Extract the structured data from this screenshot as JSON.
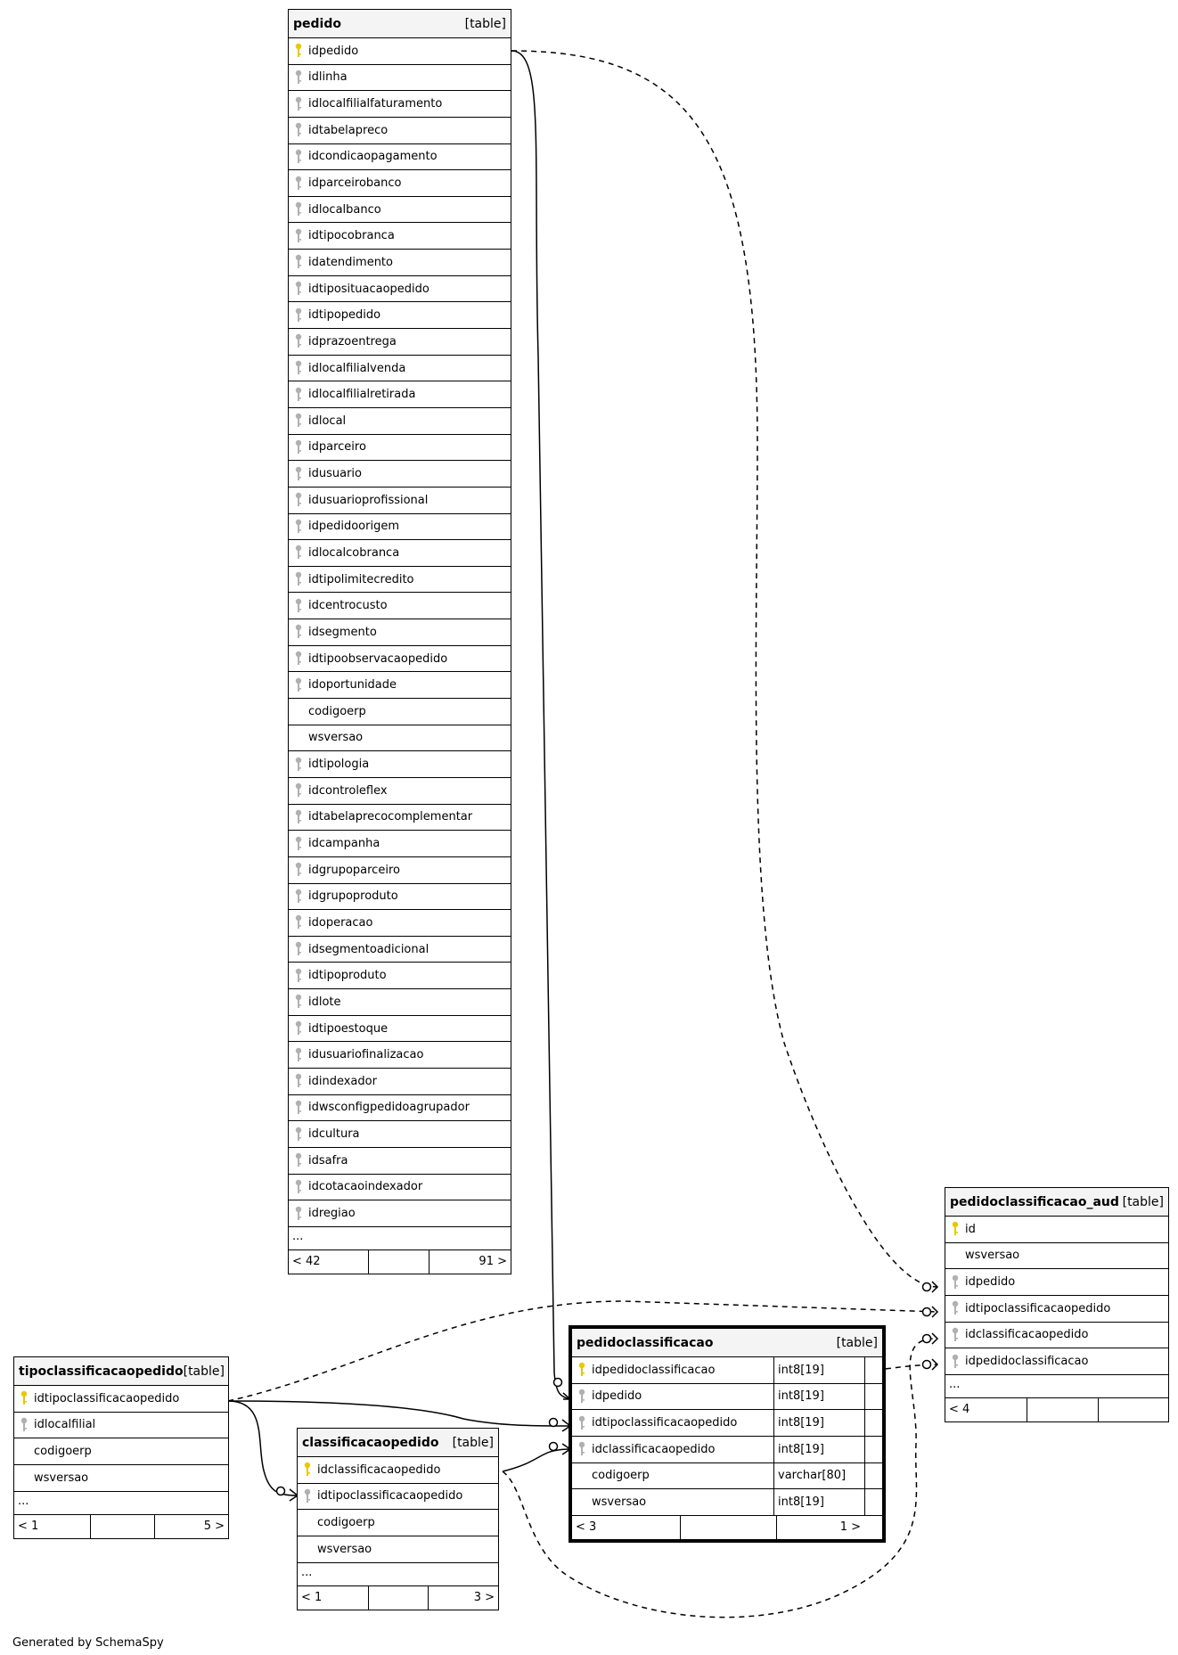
{
  "tables": {
    "pedido": {
      "name": "pedido",
      "type": "[table]",
      "columns": [
        {
          "name": "idpedido",
          "key": "pk"
        },
        {
          "name": "idlinha",
          "key": "fk"
        },
        {
          "name": "idlocalfilialfaturamento",
          "key": "fk"
        },
        {
          "name": "idtabelapreco",
          "key": "fk"
        },
        {
          "name": "idcondicaopagamento",
          "key": "fk"
        },
        {
          "name": "idparceirobanco",
          "key": "fk"
        },
        {
          "name": "idlocalbanco",
          "key": "fk"
        },
        {
          "name": "idtipocobranca",
          "key": "fk"
        },
        {
          "name": "idatendimento",
          "key": "fk"
        },
        {
          "name": "idtiposituacaopedido",
          "key": "fk"
        },
        {
          "name": "idtipopedido",
          "key": "fk"
        },
        {
          "name": "idprazoentrega",
          "key": "fk"
        },
        {
          "name": "idlocalfilialvenda",
          "key": "fk"
        },
        {
          "name": "idlocalfilialretirada",
          "key": "fk"
        },
        {
          "name": "idlocal",
          "key": "fk"
        },
        {
          "name": "idparceiro",
          "key": "fk"
        },
        {
          "name": "idusuario",
          "key": "fk"
        },
        {
          "name": "idusuarioprofissional",
          "key": "fk"
        },
        {
          "name": "idpedidoorigem",
          "key": "fk"
        },
        {
          "name": "idlocalcobranca",
          "key": "fk"
        },
        {
          "name": "idtipolimitecredito",
          "key": "fk"
        },
        {
          "name": "idcentrocusto",
          "key": "fk"
        },
        {
          "name": "idsegmento",
          "key": "fk"
        },
        {
          "name": "idtipoobservacaopedido",
          "key": "fk"
        },
        {
          "name": "idoportunidade",
          "key": "fk"
        },
        {
          "name": "codigoerp",
          "key": ""
        },
        {
          "name": "wsversao",
          "key": ""
        },
        {
          "name": "idtipologia",
          "key": "fk"
        },
        {
          "name": "idcontroleflex",
          "key": "fk"
        },
        {
          "name": "idtabelaprecocomplementar",
          "key": "fk"
        },
        {
          "name": "idcampanha",
          "key": "fk"
        },
        {
          "name": "idgrupoparceiro",
          "key": "fk"
        },
        {
          "name": "idgrupoproduto",
          "key": "fk"
        },
        {
          "name": "idoperacao",
          "key": "fk"
        },
        {
          "name": "idsegmentoadicional",
          "key": "fk"
        },
        {
          "name": "idtipoproduto",
          "key": "fk"
        },
        {
          "name": "idlote",
          "key": "fk"
        },
        {
          "name": "idtipoestoque",
          "key": "fk"
        },
        {
          "name": "idusuariofinalizacao",
          "key": "fk"
        },
        {
          "name": "idindexador",
          "key": "fk"
        },
        {
          "name": "idwsconfigpedidoagrupador",
          "key": "fk"
        },
        {
          "name": "idcultura",
          "key": "fk"
        },
        {
          "name": "idsafra",
          "key": "fk"
        },
        {
          "name": "idcotacaoindexador",
          "key": "fk"
        },
        {
          "name": "idregiao",
          "key": "fk"
        }
      ],
      "more": "...",
      "footer": {
        "left": "< 42",
        "mid": "",
        "right": "91 >"
      }
    },
    "pedidoclassificacao_aud": {
      "name": "pedidoclassificacao_aud",
      "type": "[table]",
      "columns": [
        {
          "name": "id",
          "key": "pk"
        },
        {
          "name": "wsversao",
          "key": ""
        },
        {
          "name": "idpedido",
          "key": "fk"
        },
        {
          "name": "idtipoclassificacaopedido",
          "key": "fk"
        },
        {
          "name": "idclassificacaopedido",
          "key": "fk"
        },
        {
          "name": "idpedidoclassificacao",
          "key": "fk"
        }
      ],
      "more": "...",
      "footer": {
        "left": "< 4",
        "mid": "",
        "right": ""
      }
    },
    "pedidoclassificacao": {
      "name": "pedidoclassificacao",
      "type": "[table]",
      "columns": [
        {
          "name": "idpedidoclassificacao",
          "key": "pk",
          "dtype": "int8[19]"
        },
        {
          "name": "idpedido",
          "key": "fk",
          "dtype": "int8[19]"
        },
        {
          "name": "idtipoclassificacaopedido",
          "key": "fk",
          "dtype": "int8[19]"
        },
        {
          "name": "idclassificacaopedido",
          "key": "fk",
          "dtype": "int8[19]"
        },
        {
          "name": "codigoerp",
          "key": "",
          "dtype": "varchar[80]"
        },
        {
          "name": "wsversao",
          "key": "",
          "dtype": "int8[19]"
        }
      ],
      "footer": {
        "left": "< 3",
        "mid": "",
        "right": "1 >"
      }
    },
    "tipoclassificacaopedido": {
      "name": "tipoclassificacaopedido",
      "type": "[table]",
      "columns": [
        {
          "name": "idtipoclassificacaopedido",
          "key": "pk"
        },
        {
          "name": "idlocalfilial",
          "key": "fk"
        },
        {
          "name": "codigoerp",
          "key": ""
        },
        {
          "name": "wsversao",
          "key": ""
        }
      ],
      "more": "...",
      "footer": {
        "left": "< 1",
        "mid": "",
        "right": "5 >"
      }
    },
    "classificacaopedido": {
      "name": "classificacaopedido",
      "type": "[table]",
      "columns": [
        {
          "name": "idclassificacaopedido",
          "key": "pk"
        },
        {
          "name": "idtipoclassificacaopedido",
          "key": "fk"
        },
        {
          "name": "codigoerp",
          "key": ""
        },
        {
          "name": "wsversao",
          "key": ""
        }
      ],
      "more": "...",
      "footer": {
        "left": "< 1",
        "mid": "",
        "right": "3 >"
      }
    }
  },
  "colors": {
    "pk_key": "#e8c800",
    "fk_key": "#b0b0b0",
    "header_bg": "#f4f4f4"
  },
  "generated_by": "Generated by SchemaSpy"
}
